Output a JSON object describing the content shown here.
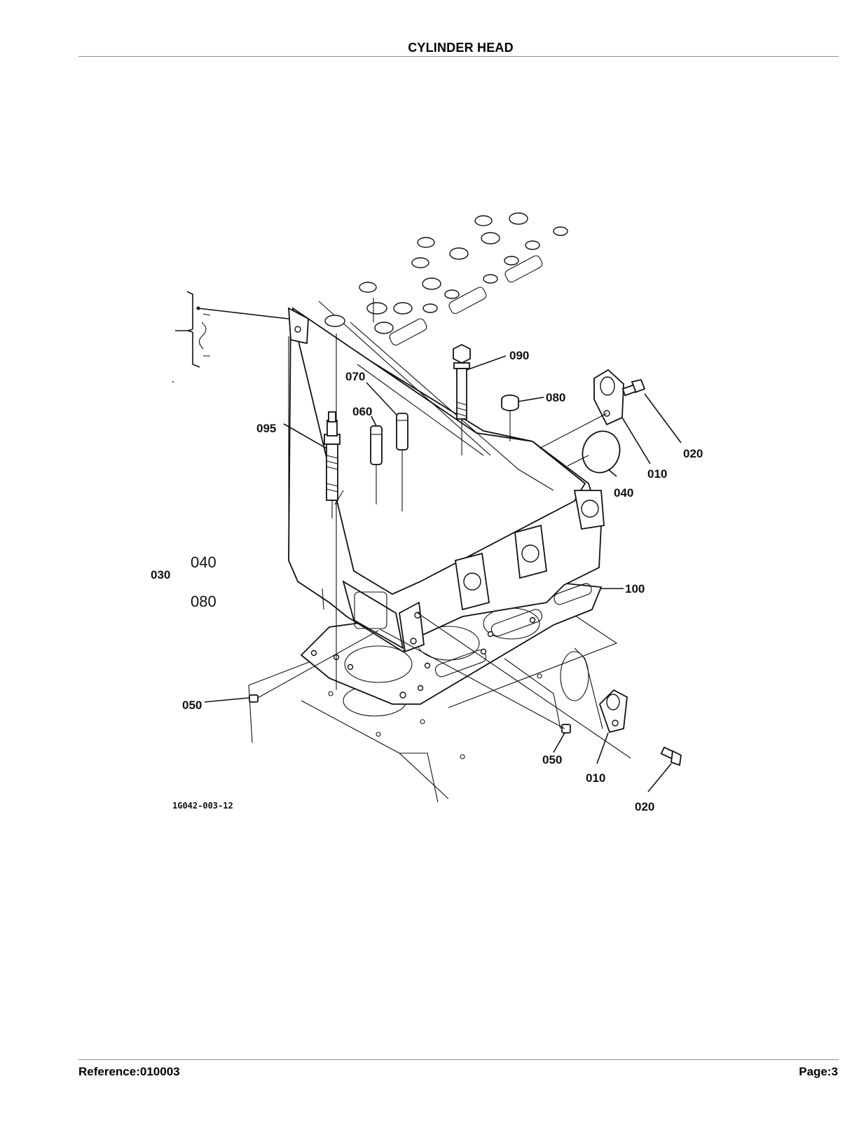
{
  "header": {
    "title": "CYLINDER HEAD"
  },
  "footer": {
    "reference": "Reference:010003",
    "page": "Page:3"
  },
  "diagram": {
    "figure_code": "1G042-003-12",
    "group": {
      "label": "030",
      "range_start": "040",
      "range_end": "080"
    },
    "callouts": {
      "c090": "090",
      "c070": "070",
      "c080": "080",
      "c060": "060",
      "c095": "095",
      "c020a": "020",
      "c010a": "010",
      "c040": "040",
      "c100": "100",
      "c050a": "050",
      "c050b": "050",
      "c010b": "010",
      "c020b": "020"
    }
  }
}
